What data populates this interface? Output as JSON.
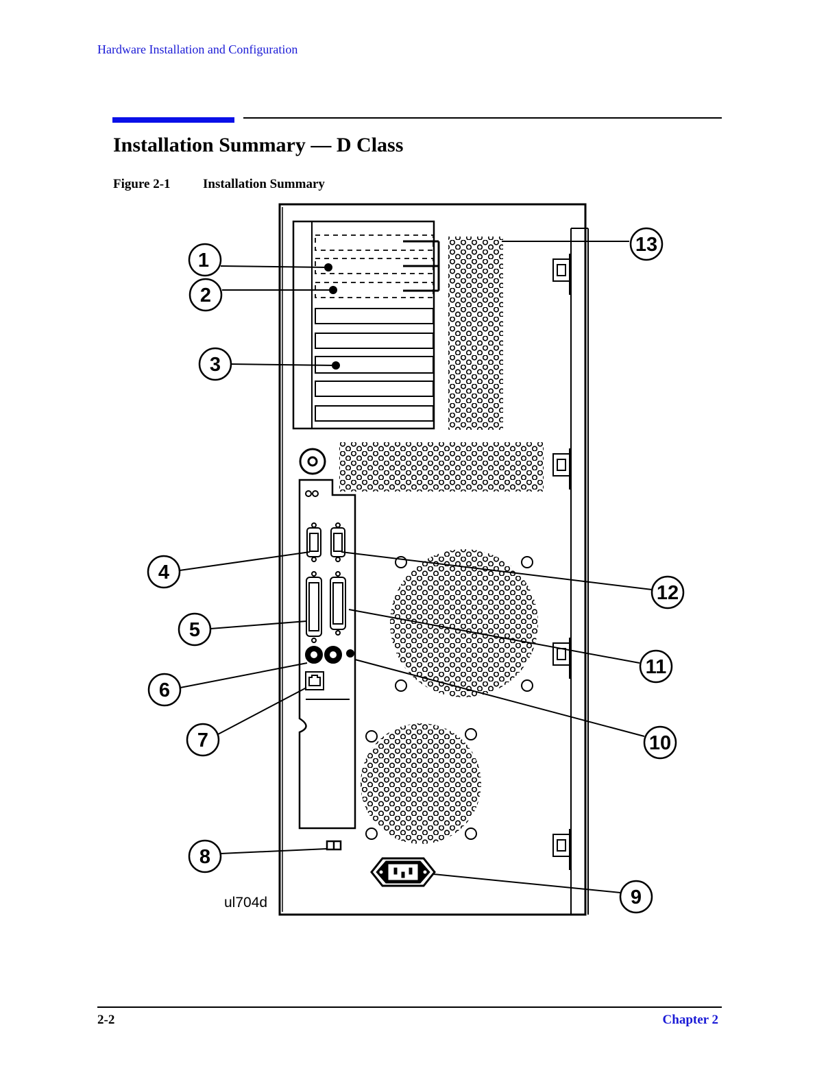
{
  "header": {
    "running_title": "Hardware Installation and Configuration"
  },
  "section": {
    "title": "Installation Summary — D Class"
  },
  "figure": {
    "number": "Figure 2-1",
    "caption": "Installation Summary",
    "id_label": "ul704d",
    "callouts": [
      "1",
      "2",
      "3",
      "4",
      "5",
      "6",
      "7",
      "8",
      "9",
      "10",
      "11",
      "12",
      "13"
    ]
  },
  "footer": {
    "page": "2-2",
    "chapter": "Chapter 2"
  }
}
